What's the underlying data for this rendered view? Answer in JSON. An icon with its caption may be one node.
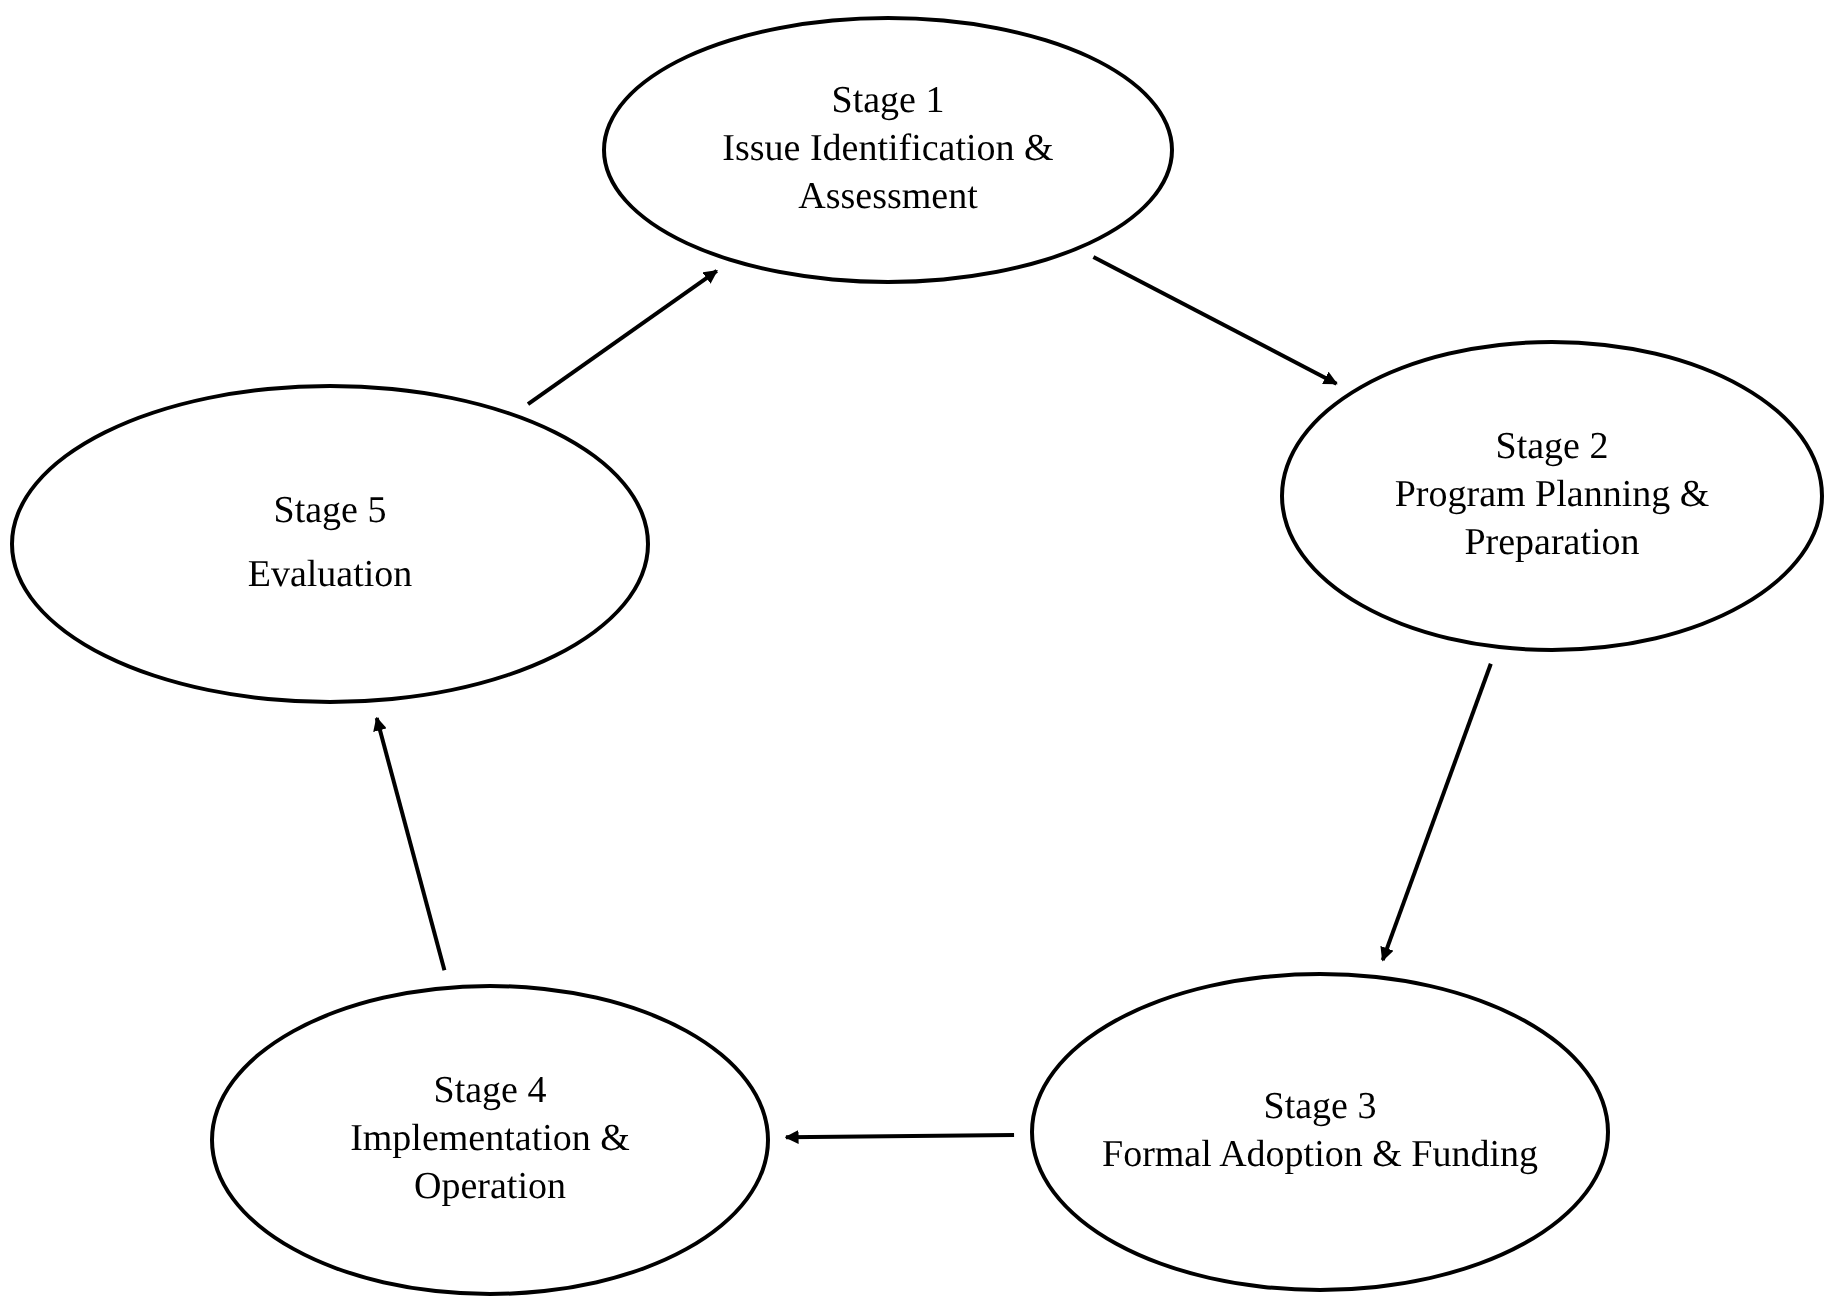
{
  "diagram": {
    "nodes": [
      {
        "text": [
          "Stage 1",
          "Issue Identification & Assessment"
        ]
      },
      {
        "text": [
          "Stage 2",
          "Program Planning & Preparation"
        ]
      },
      {
        "text": [
          "Stage 3",
          "Formal Adoption & Funding"
        ]
      },
      {
        "text": [
          "Stage 4",
          "Implementation & Operation"
        ]
      },
      {
        "text": [
          "Stage 5",
          "Evaluation"
        ]
      }
    ],
    "edges": [
      {
        "from": 0,
        "to": 1,
        "arrow": "to"
      },
      {
        "from": 1,
        "to": 2,
        "arrow": "to"
      },
      {
        "from": 2,
        "to": 3,
        "arrow": "to"
      },
      {
        "from": 3,
        "to": 4,
        "arrow": "to"
      },
      {
        "from": 4,
        "to": 0,
        "arrow": "to"
      }
    ]
  }
}
